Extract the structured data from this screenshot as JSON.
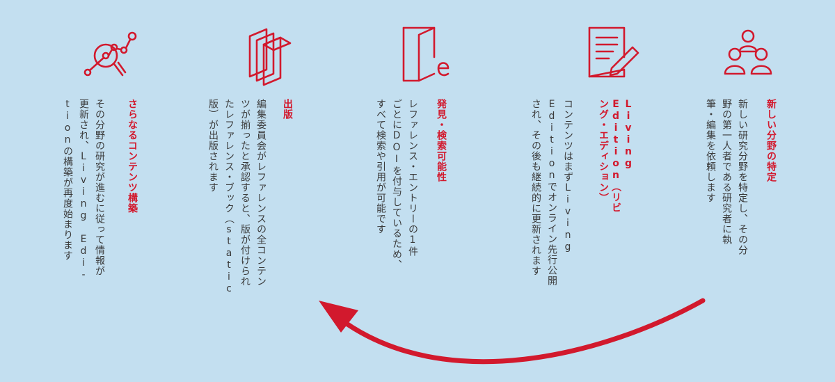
{
  "colors": {
    "accent": "#d2192d",
    "text": "#3b3b3b",
    "background": "#c3dff0"
  },
  "steps": [
    {
      "icon": "people-icon",
      "title": "新しい分野の特定",
      "body": "新しい研究分野を特定し、その分\n野の第一人者である研究者に執\n筆・編集を依頼します"
    },
    {
      "icon": "document-edit-icon",
      "title": "Living\nEdition（リビ\nング・エディション）",
      "body": "コンテンツはまずLiving\nEditionでオンライン先行公開\nされ、その後も継続的に更新されます"
    },
    {
      "icon": "e-document-icon",
      "title": "発見・検索可能性",
      "body": "レファレンス・エントリーの1件\nごとにDOIを付与しているため、\nすべて検索や引用が可能です"
    },
    {
      "icon": "books-icon",
      "title": "出版",
      "body": "編集委員会がレファレンスの全コンテン\nツが揃ったと承認すると、版が付けられ\nたレファレンス・ブック（static\n版）が出版されます"
    },
    {
      "icon": "research-search-icon",
      "title": "さらなるコンテンツ構築",
      "body": "その分野の研究が進むに従って情報が\n更新され、Living Edi-\ntionの構築が再度始まります"
    }
  ]
}
